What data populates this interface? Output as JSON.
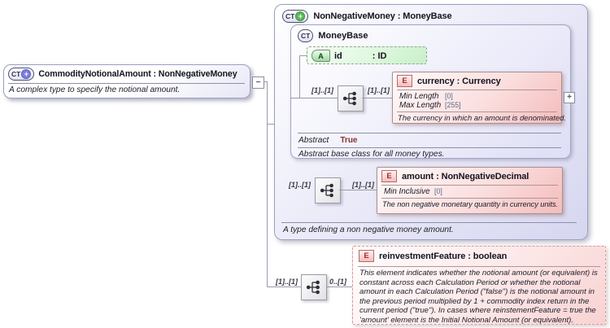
{
  "colors": {
    "complex_type_fill": "#d6d6f0",
    "element_fill": "#f4bcbc",
    "attribute_fill": "#c8efc8",
    "derive_plus_blue": "#7d7de0",
    "derive_plus_green": "#5cb85c",
    "connector_grey": "#9a9ab0"
  },
  "icons": {
    "complex_type_label": "CT",
    "attribute_label": "A",
    "element_label": "E",
    "expand_plus": "+",
    "collapse_minus": "−"
  },
  "root_type": {
    "title": "CommodityNotionalAmount : NonNegativeMoney",
    "description": "A complex type to specify the notional amount."
  },
  "non_negative_money": {
    "title": "NonNegativeMoney : MoneyBase",
    "description": "A type defining a non negative money amount.",
    "money_base": {
      "title": "MoneyBase",
      "attribute_id": {
        "name": "id",
        "type": ": ID"
      },
      "occurrence_before_sequence": "[1]..[1]",
      "occurrence_after_sequence": "[1]..[1]",
      "currency": {
        "title": "currency : Currency",
        "facets": [
          {
            "name": "Min Length",
            "value": "[0]"
          },
          {
            "name": "Max Length",
            "value": "[255]"
          }
        ],
        "description": "The currency in which an amount is denominated."
      },
      "abstract_label": "Abstract",
      "abstract_value": "True",
      "description": "Abstract base class for all money types."
    },
    "amount_occurrence_left": "[1]..[1]",
    "amount_occurrence_right": "[1]..[1]",
    "amount": {
      "title": "amount : NonNegativeDecimal",
      "facets": [
        {
          "name": "Min Inclusive",
          "value": "[0]"
        }
      ],
      "description": "The non negative monetary quantity in currency units."
    }
  },
  "extension_sequence": {
    "occurrence_left": "[1]..[1]",
    "occurrence_right": "0..[1]"
  },
  "reinvestment_feature": {
    "title": "reinvestmentFeature : boolean",
    "description": "This element indicates whether the notional amount (or equivalent) is constant across each Calculation Period or whether the notional amount in each Calculation Period (\"false\") is the notional amount in the previous period multiplied by 1 + commodity index return in the current period (\"true\"). In cases where reinstementFeature = true the 'amount' element is the Initial Notional Amount (or equivalent)."
  }
}
